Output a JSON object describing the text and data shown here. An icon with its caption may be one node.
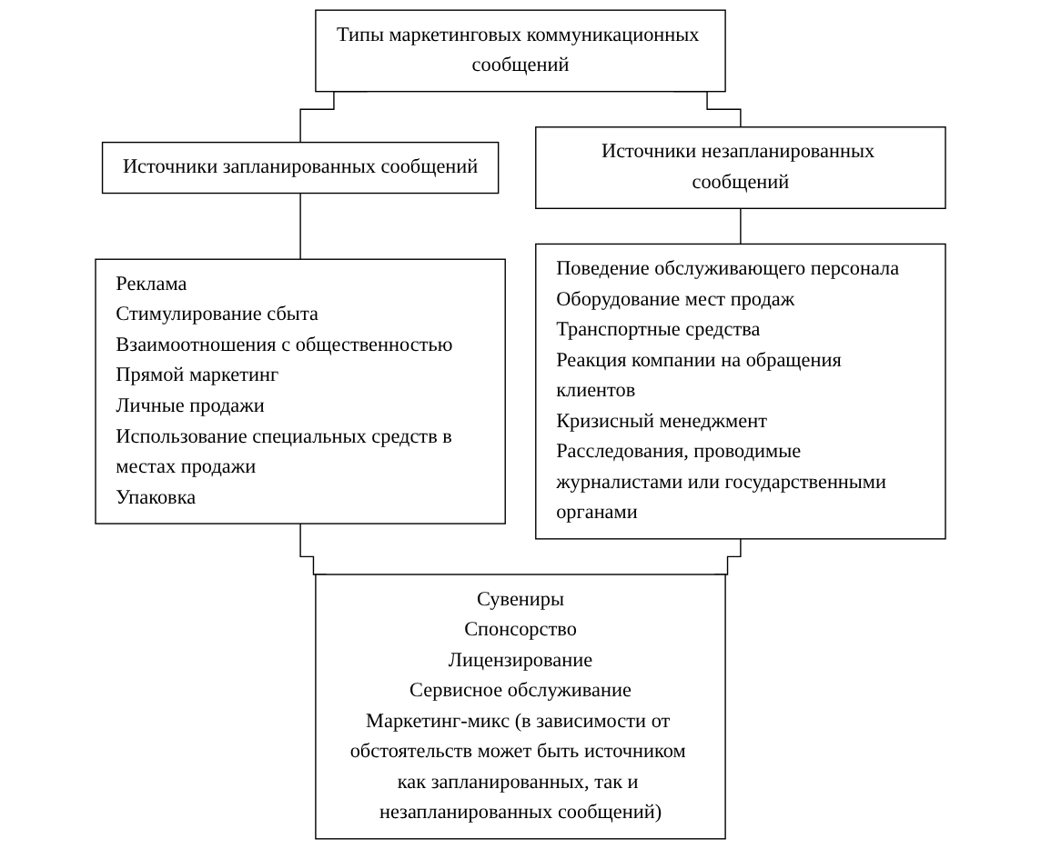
{
  "diagram": {
    "nodes": [
      {
        "text": [
          "Типы маркетинговых коммуникационных сообщений"
        ]
      },
      {
        "text": [
          "Источники запланированных сообщений"
        ]
      },
      {
        "text": [
          "Источники незапланированных сообщений"
        ]
      },
      {
        "text": [
          "Реклама",
          "Стимулирование сбыта",
          "Взаимоотношения с общественностью",
          "Прямой маркетинг",
          "Личные продажи",
          "Использование специальных средств в местах продажи",
          "Упаковка"
        ]
      },
      {
        "text": [
          "Поведение обслуживающего персонала",
          "Оборудование мест продаж",
          "Транспортные средства",
          "Реакция компании на обращения клиентов",
          "Кризисный менеджмент",
          "Расследования, проводимые журналистами или государственными органами"
        ]
      },
      {
        "text": [
          "Сувениры",
          "Спонсорство",
          "Лицензирование",
          "Сервисное обслуживание",
          "Маркетинг-микс (в зависимости от обстоятельств может быть источником как запланированных, так и незапланированных сообщений)"
        ]
      }
    ],
    "edges": [
      {
        "from": 0,
        "to": 1,
        "arrow": "none"
      },
      {
        "from": 0,
        "to": 2,
        "arrow": "none"
      },
      {
        "from": 1,
        "to": 3,
        "arrow": "none"
      },
      {
        "from": 2,
        "to": 4,
        "arrow": "none"
      },
      {
        "from": 3,
        "to": 5,
        "arrow": "none"
      },
      {
        "from": 4,
        "to": 5,
        "arrow": "none"
      }
    ]
  }
}
